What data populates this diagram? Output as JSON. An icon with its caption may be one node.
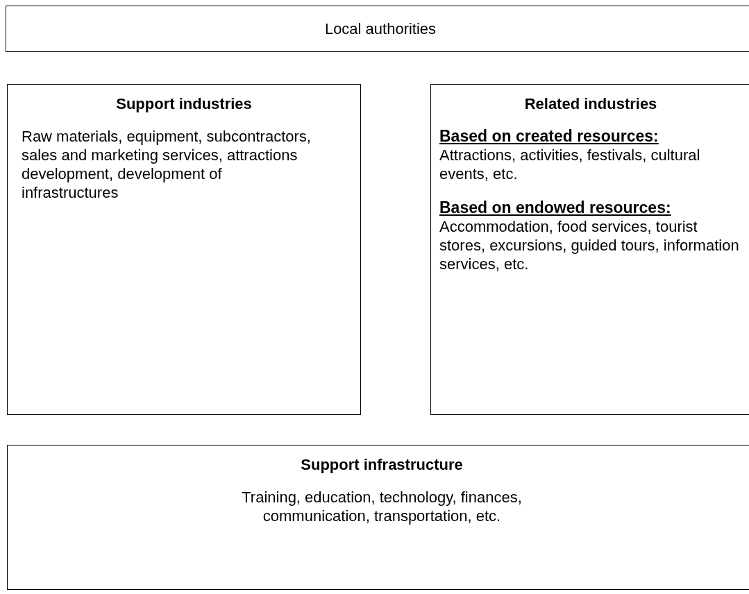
{
  "diagram": {
    "nodes": [
      {
        "text": [
          "Local authorities"
        ]
      },
      {
        "text": [
          "Support industries",
          "Raw materials, equipment, subcontractors, sales and marketing services, attractions development, development of infrastructures"
        ]
      },
      {
        "text": [
          "Related industries",
          "Based on created resources:",
          "Attractions, activities, festivals, cultural events, etc.",
          "Based on endowed resources:",
          "Accommodation, food services, tourist stores, excursions, guided tours, information services, etc."
        ]
      },
      {
        "text": [
          "Support infrastructure",
          "Training, education, technology, finances, communication, transportation, etc."
        ]
      }
    ],
    "edges": []
  }
}
